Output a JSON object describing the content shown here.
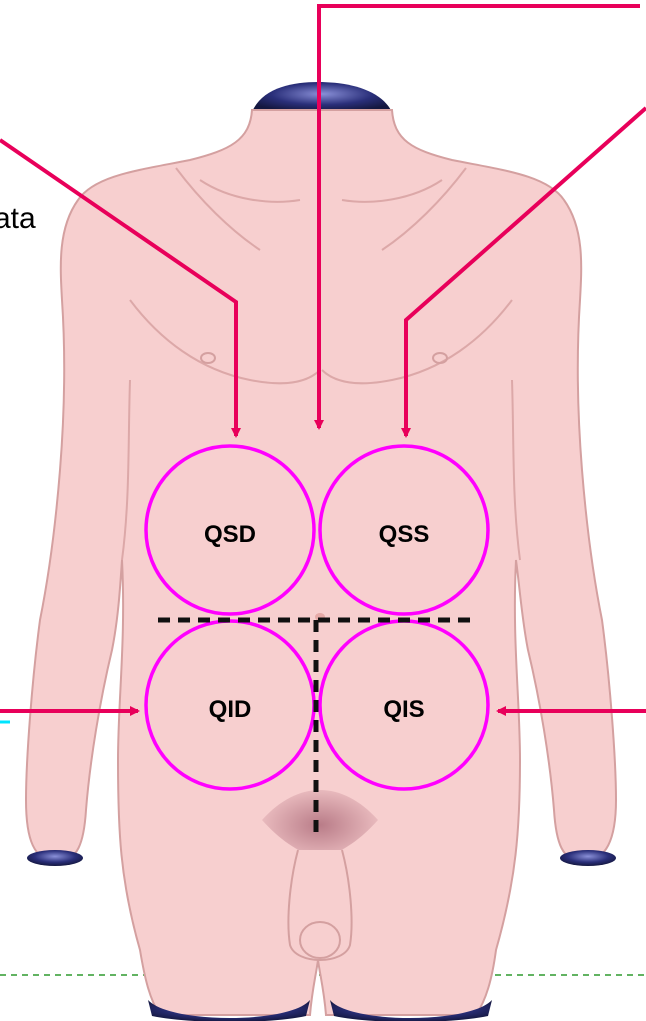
{
  "diagram": {
    "quadrants": [
      {
        "id": "qsd",
        "label": "QSD"
      },
      {
        "id": "qss",
        "label": "QSS"
      },
      {
        "id": "qid",
        "label": "QID"
      },
      {
        "id": "qis",
        "label": "QIS"
      }
    ],
    "partial_text": "ata"
  },
  "colors": {
    "skin": "#f7cfcf",
    "skin_shadow": "#e6aaa8",
    "outline": "#d4a0a0",
    "dark_cap": "#2a2f7a",
    "circle": "#ff00ff",
    "arrow": "#e8005a",
    "dash": "#111111",
    "groin": "#c9929a",
    "green_dash": "#2e9a2e",
    "cyan": "#00e5ff"
  },
  "icons": {
    "pointer": "arrow-icon"
  }
}
